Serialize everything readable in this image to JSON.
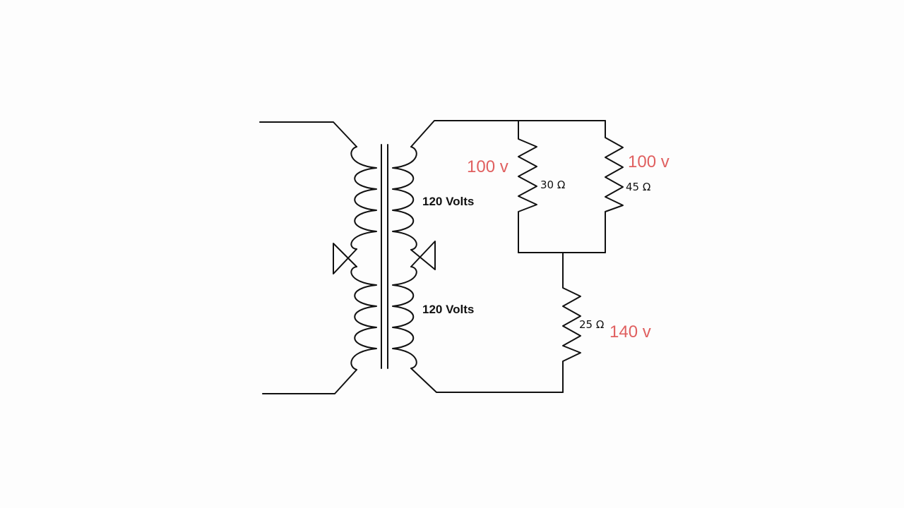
{
  "colors": {
    "wire": "#111111",
    "annotation": "#e06060",
    "background": "#fdfdfd"
  },
  "transformer": {
    "upper_secondary_label": "120 Volts",
    "lower_secondary_label": "120 Volts"
  },
  "resistors": {
    "r30": {
      "label": "30 Ω",
      "voltage": "100 v"
    },
    "r45": {
      "label": "45 Ω",
      "voltage": "100 v"
    },
    "r25": {
      "label": "25 Ω",
      "voltage": "140 v"
    }
  }
}
